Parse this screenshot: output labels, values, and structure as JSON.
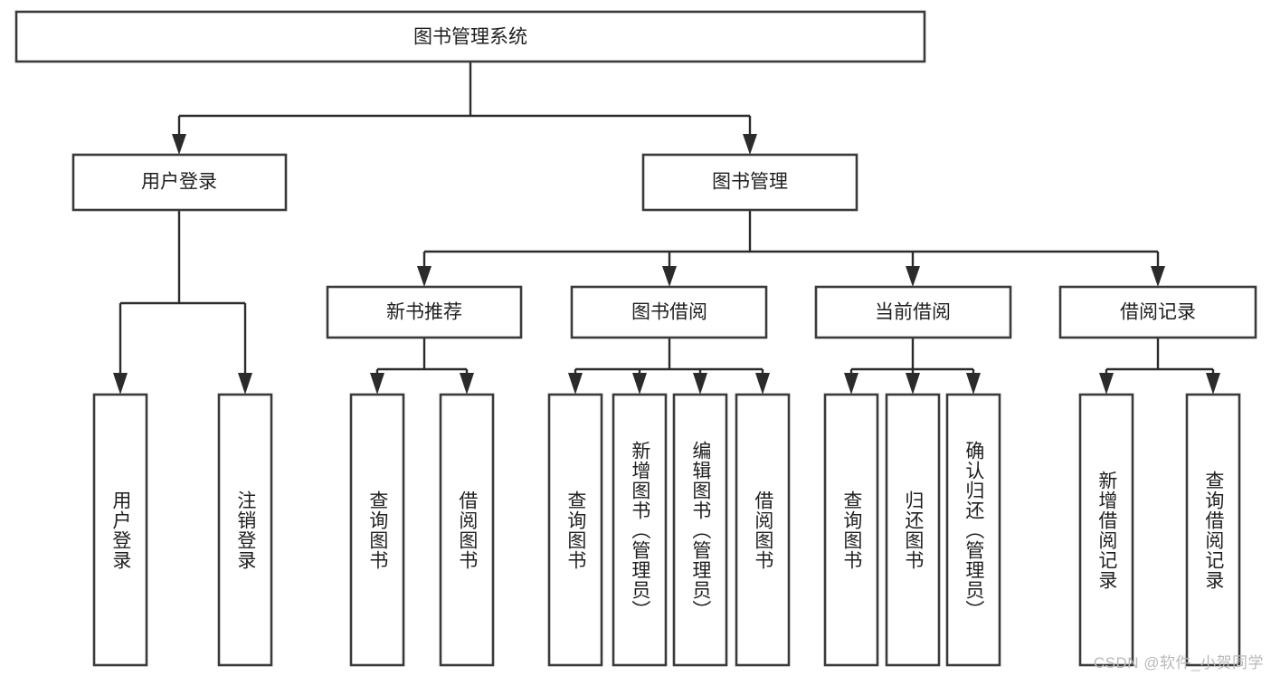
{
  "diagram": {
    "title": "图书管理系统",
    "type": "tree-hierarchy",
    "orientation": "top-down",
    "root": {
      "label": "图书管理系统",
      "text_orientation": "horizontal"
    },
    "level2": [
      {
        "label": "用户登录",
        "text_orientation": "horizontal"
      },
      {
        "label": "图书管理",
        "text_orientation": "horizontal"
      }
    ],
    "level3": [
      {
        "label": "新书推荐",
        "text_orientation": "horizontal"
      },
      {
        "label": "图书借阅",
        "text_orientation": "horizontal"
      },
      {
        "label": "当前借阅",
        "text_orientation": "horizontal"
      },
      {
        "label": "借阅记录",
        "text_orientation": "horizontal"
      }
    ],
    "leaves": {
      "user_login": [
        {
          "label": "用户登录",
          "text_orientation": "vertical"
        },
        {
          "label": "注销登录",
          "text_orientation": "vertical"
        }
      ],
      "new_book_recommend": [
        {
          "label": "查询图书",
          "text_orientation": "vertical"
        },
        {
          "label": "借阅图书",
          "text_orientation": "vertical"
        }
      ],
      "book_borrow": [
        {
          "label": "查询图书",
          "text_orientation": "vertical"
        },
        {
          "label": "新增图书（管理员）",
          "text_orientation": "vertical"
        },
        {
          "label": "编辑图书（管理员）",
          "text_orientation": "vertical"
        },
        {
          "label": "借阅图书",
          "text_orientation": "vertical"
        }
      ],
      "current_borrow": [
        {
          "label": "查询图书",
          "text_orientation": "vertical"
        },
        {
          "label": "归还图书",
          "text_orientation": "vertical"
        },
        {
          "label": "确认归还（管理员）",
          "text_orientation": "vertical"
        }
      ],
      "borrow_record": [
        {
          "label": "新增借阅记录",
          "text_orientation": "vertical"
        },
        {
          "label": "查询借阅记录",
          "text_orientation": "vertical"
        }
      ]
    },
    "colors": {
      "box_stroke": "#3a3a3a",
      "box_fill": "#ffffff",
      "connector": "#2b2b2b",
      "text": "#1f1f1f",
      "watermark": "#b9b9b9",
      "background": "#ffffff"
    }
  },
  "watermark": {
    "text": "CSDN @软件_小贺同学"
  }
}
